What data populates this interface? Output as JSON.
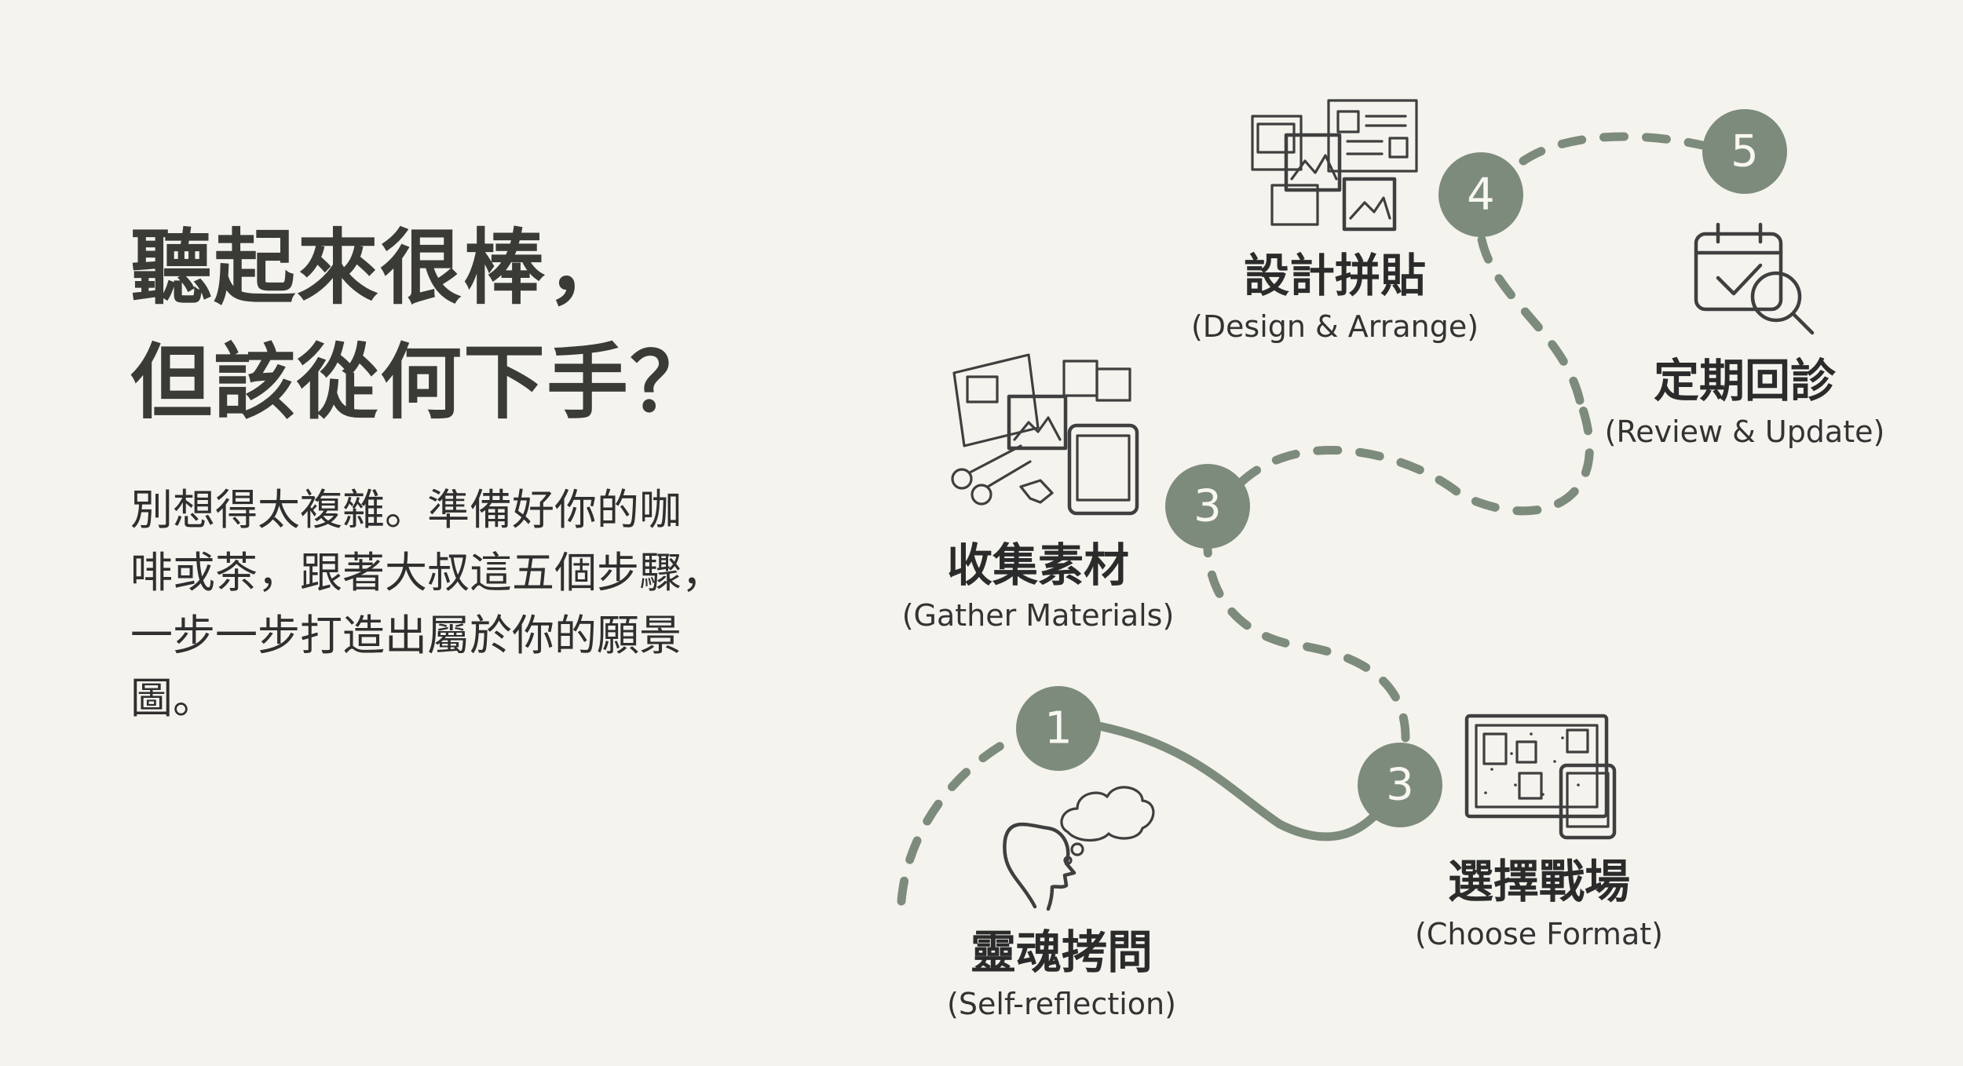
{
  "headline": [
    "聽起來很棒，",
    "但該從何下手？"
  ],
  "intro": [
    "別想得太複雜。準備好你的咖",
    "啡或茶，跟著大叔這五個步驟，",
    "一步一步打造出屬於你的願景",
    "圖。"
  ],
  "colors": {
    "background": "#f5f3ee",
    "badge": "#7d8b7c",
    "path": "#7d8b7c",
    "ink": "#3f3f3f"
  },
  "steps": [
    {
      "number": "1",
      "title": "靈魂拷問",
      "subtitle": "(Self-reflection)",
      "icon": "thinking-head-icon"
    },
    {
      "number": "3",
      "title": "選擇戰場",
      "subtitle": "(Choose Format)",
      "icon": "corkboard-tablet-icon"
    },
    {
      "number": "3",
      "title": "收集素材",
      "subtitle": "(Gather Materials)",
      "icon": "scissors-photos-icon"
    },
    {
      "number": "4",
      "title": "設計拼貼",
      "subtitle": "(Design & Arrange)",
      "icon": "collage-layout-icon"
    },
    {
      "number": "5",
      "title": "定期回診",
      "subtitle": "(Review & Update)",
      "icon": "calendar-check-search-icon"
    }
  ]
}
